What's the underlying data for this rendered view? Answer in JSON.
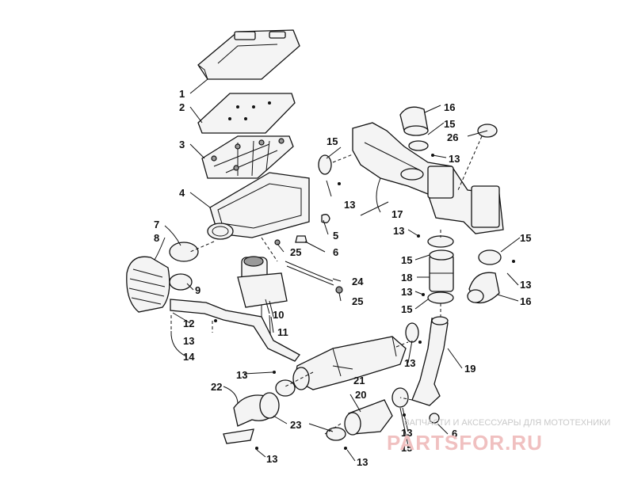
{
  "callouts": [
    "1",
    "2",
    "3",
    "4",
    "5",
    "6",
    "7",
    "8",
    "9",
    "10",
    "11",
    "12",
    "13",
    "14",
    "15",
    "16",
    "17",
    "18",
    "19",
    "20",
    "21",
    "22",
    "23",
    "24",
    "25",
    "26"
  ],
  "watermark": {
    "tagline": "ЗАПЧАСТИ И АКСЕССУАРЫ ДЛЯ МОТОТЕХНИКИ",
    "site": "PARTSFOR.RU"
  }
}
